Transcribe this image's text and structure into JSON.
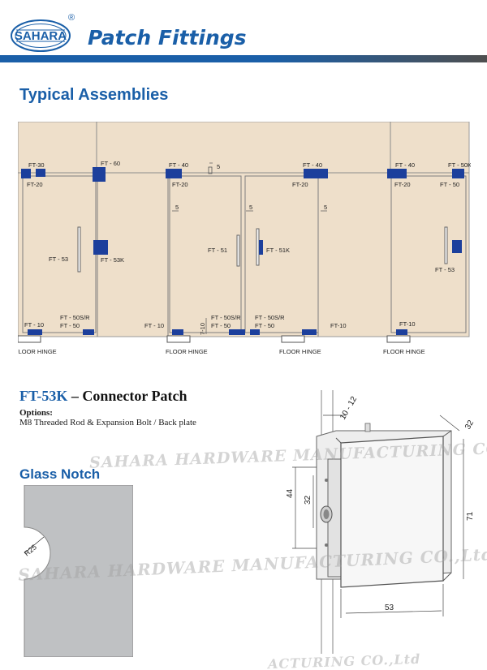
{
  "header": {
    "brand": "SAHARA",
    "registered": "®",
    "title": "Patch Fittings"
  },
  "section_title": "Typical Assemblies",
  "assembly": {
    "labels": {
      "ft30": "FT-30",
      "ft20": "FT-20",
      "ft60": "FT - 60",
      "ft40": "FT - 40",
      "ft50k": "FT - 50K",
      "ft50": "FT - 50",
      "ft53": "FT - 53",
      "ft53k": "FT - 53K",
      "ft51": "FT - 51",
      "ft51k": "FT - 51K",
      "ft10": "FT - 10",
      "ft10b": "FT-10",
      "ft50sr": "FT - 50S/R",
      "dim5": "5",
      "dim710": "7-10",
      "floor_hinge": "FLOOR HINGE"
    }
  },
  "product": {
    "code": "FT-53K",
    "dash": "–",
    "name": "Connector Patch",
    "options_label": "Options:",
    "options_text": "M8 Threaded Rod & Expansion Bolt / Back plate"
  },
  "glass_notch": {
    "title": "Glass Notch",
    "radius": "R25"
  },
  "connector_dims": {
    "d1012": "10 - 12",
    "d32a": "32",
    "d44": "44",
    "d32b": "32",
    "d71": "71",
    "d53": "53"
  },
  "watermark": {
    "line1": "SAHARA HARDWARE MANUFACTURING CO.,Ltd",
    "line2": "SAHARA HARDWARE MANUFACTURING CO.,Ltd",
    "line3": "ACTURING CO.,Ltd"
  },
  "colors": {
    "brand_blue": "#1a5fa8",
    "patch_blue": "#1c3f9c",
    "glass": "#eedfca"
  }
}
